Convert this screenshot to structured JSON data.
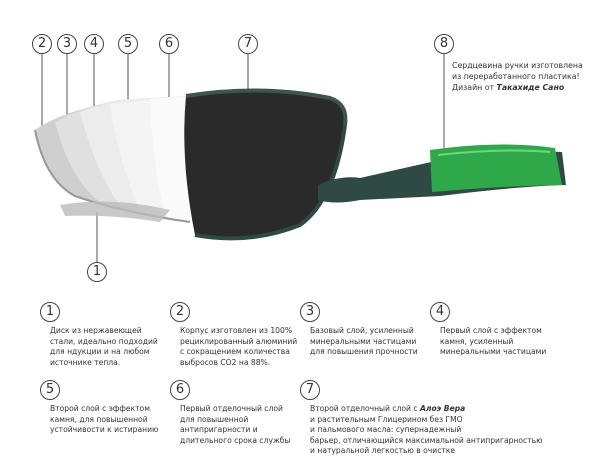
{
  "callouts": {
    "c1": "1",
    "c2": "2",
    "c3": "3",
    "c4": "4",
    "c5": "5",
    "c6": "6",
    "c7": "7",
    "c8": "8"
  },
  "handle_note": {
    "line1": "Сердцевина ручки изготовлена",
    "line2": "из переработанного пластика!",
    "line3_prefix": "Дизайн от ",
    "line3_bold": "Такахиде Сано"
  },
  "legend": [
    {
      "number": "1",
      "lines": [
        "Диск из нержавеющей",
        "стали, идеально подходий",
        "для ндукции и на любом",
        "источнике тепла."
      ]
    },
    {
      "number": "2",
      "lines": [
        "Корпус изготовлен из 100%",
        "рециклированный алюминий",
        "с сокращением количества",
        "выбросов CO2 на 88%."
      ]
    },
    {
      "number": "3",
      "lines": [
        "Базовый слой, усиленный",
        "минеральными частицами",
        "для повышения прочности"
      ]
    },
    {
      "number": "4",
      "lines": [
        "Первый слой с эффектом",
        "камня, усиленный",
        "минеральными частицами"
      ]
    },
    {
      "number": "5",
      "lines": [
        "Второй слой с эффектом",
        "камня, для повышенной",
        "устойчивости к истиранию"
      ]
    },
    {
      "number": "6",
      "lines": [
        "Первый отделочный слой",
        "для повышенной",
        "антипригарности и",
        "длительного срока службы"
      ]
    },
    {
      "number": "7",
      "first_prefix": "Второй отделочный слой с ",
      "first_bold": "Алоэ Вера",
      "lines": [
        "и растительным Глицерином без ГМО",
        "и пальмового масла: супернадежный",
        "барьер, отличающийся максимальной антипригарностью",
        "и натуральной легкостью в очистке"
      ]
    }
  ],
  "colors": {
    "handle_green": "#2fa84a",
    "pan_body": "#2f4a45",
    "coating": "#2a2a2a"
  }
}
